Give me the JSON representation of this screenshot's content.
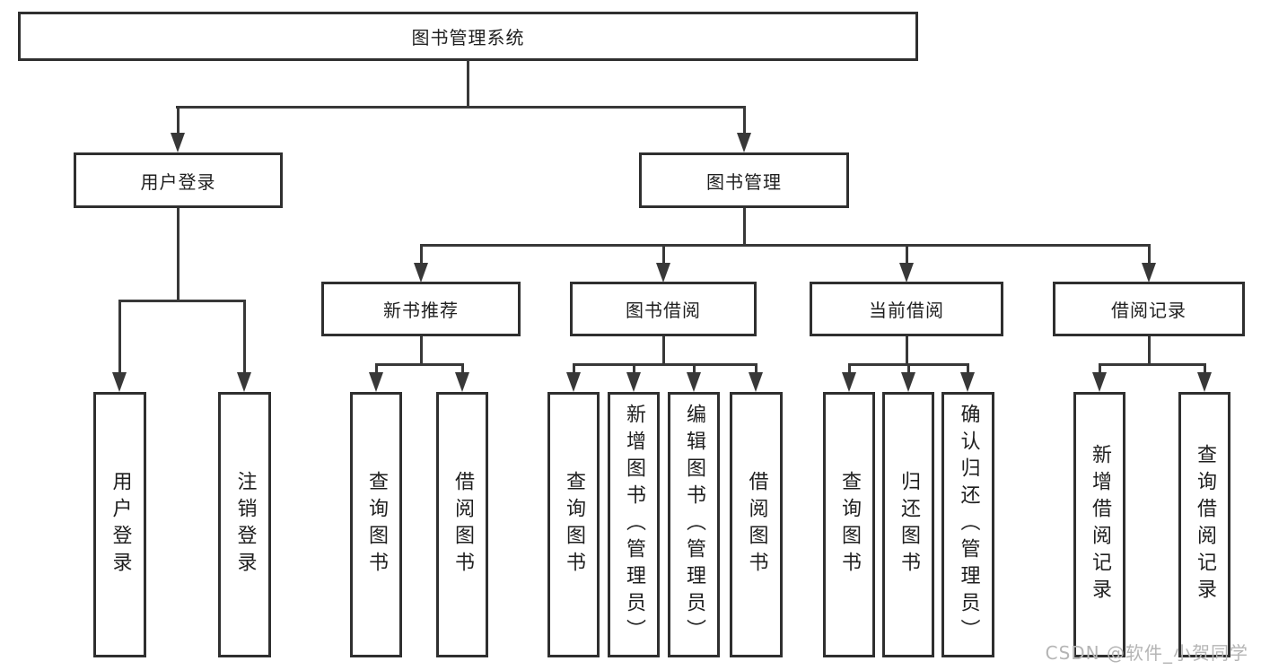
{
  "tree": {
    "root": {
      "label": "图书管理系统"
    },
    "level2": [
      {
        "label": "用户登录"
      },
      {
        "label": "图书管理"
      }
    ],
    "level3": [
      {
        "label": "新书推荐",
        "parent": "图书管理"
      },
      {
        "label": "图书借阅",
        "parent": "图书管理"
      },
      {
        "label": "当前借阅",
        "parent": "图书管理"
      },
      {
        "label": "借阅记录",
        "parent": "图书管理"
      }
    ],
    "leaves": [
      {
        "label": "用户登录",
        "parent": "用户登录"
      },
      {
        "label": "注销登录",
        "parent": "用户登录"
      },
      {
        "label": "查询图书",
        "parent": "新书推荐"
      },
      {
        "label": "借阅图书",
        "parent": "新书推荐"
      },
      {
        "label": "查询图书",
        "parent": "图书借阅"
      },
      {
        "label": "新增图书（管理员）",
        "parent": "图书借阅"
      },
      {
        "label": "编辑图书（管理员）",
        "parent": "图书借阅"
      },
      {
        "label": "借阅图书",
        "parent": "图书借阅"
      },
      {
        "label": "查询图书",
        "parent": "当前借阅"
      },
      {
        "label": "归还图书",
        "parent": "当前借阅"
      },
      {
        "label": "确认归还（管理员）",
        "parent": "当前借阅"
      },
      {
        "label": "新增借阅记录",
        "parent": "借阅记录"
      },
      {
        "label": "查询借阅记录",
        "parent": "借阅记录"
      }
    ]
  },
  "watermark": {
    "text": "CSDN @软件_小贺同学"
  },
  "colors": {
    "line": "#383838",
    "border": "#2f2f2f",
    "text": "#1f1f1f",
    "watermark": "#b5b5b5",
    "background": "#ffffff"
  }
}
